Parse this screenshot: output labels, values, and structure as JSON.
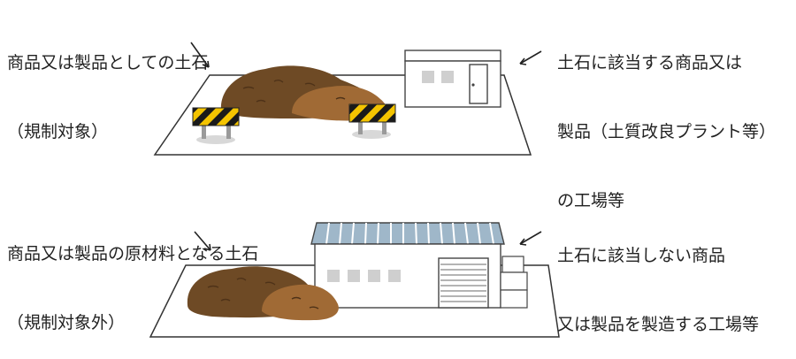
{
  "top": {
    "left_label": [
      "商品又は製品としての土石",
      "（規制対象）"
    ],
    "right_label": [
      "土石に該当する商品又は",
      "製品（土質改良プラント等）",
      "の工場等"
    ]
  },
  "bottom": {
    "left_label": [
      "商品又は製品の原材料となる土石",
      "（規制対象外）"
    ],
    "right_label": [
      "土石に該当しない商品",
      "又は製品を製造する工場等"
    ]
  },
  "colors": {
    "soil_dark": "#6e4a25",
    "soil_light": "#a06a35",
    "barrier_yellow": "#f4c400",
    "barrier_black": "#1a1a1a",
    "wall": "#ffffff",
    "window": "#cfcfcf",
    "roof": "#9fb7c9",
    "outline": "#333333"
  }
}
